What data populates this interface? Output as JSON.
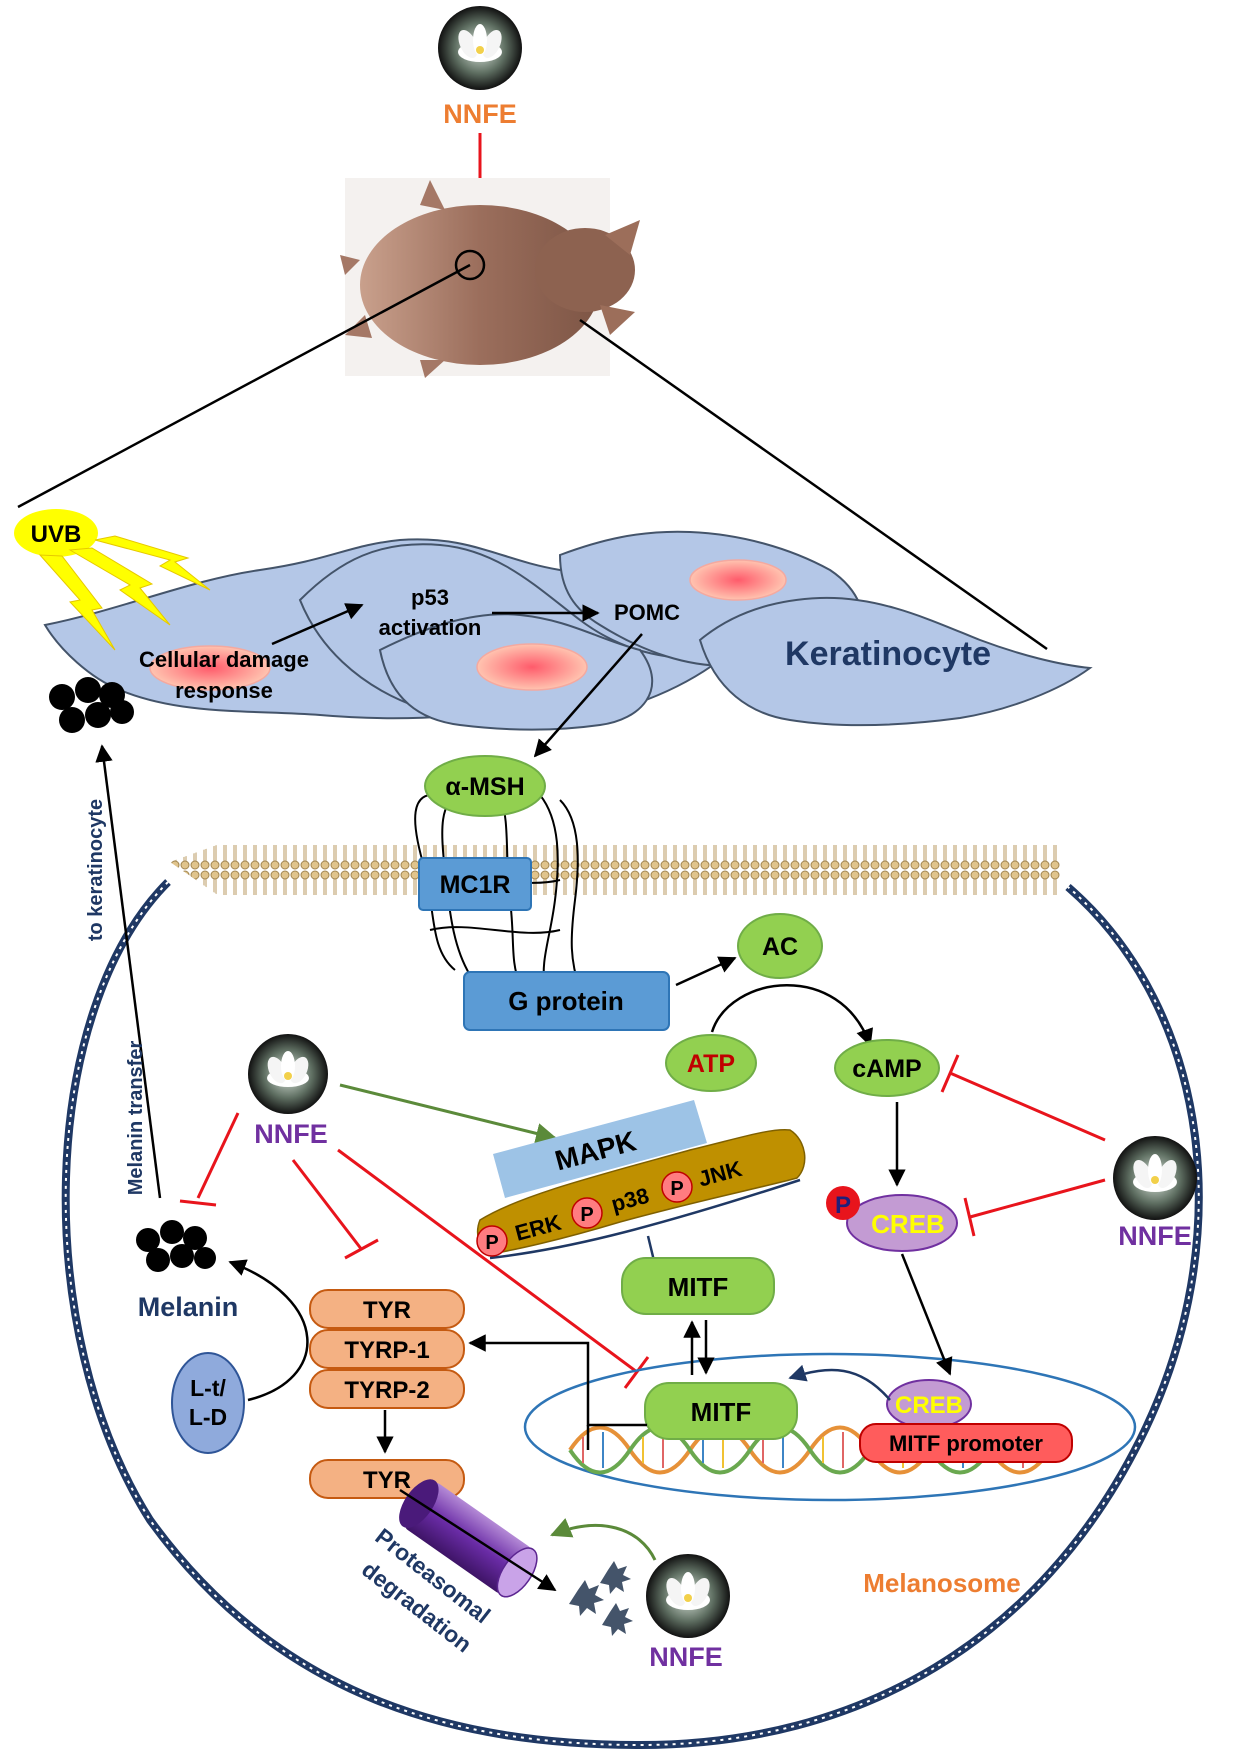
{
  "labels": {
    "nnfe_top": "NNFE",
    "uvb": "UVB",
    "p53_line1": "p53",
    "p53_line2": "activation",
    "pomc": "POMC",
    "damage_line1": "Cellular  damage",
    "damage_line2": "response",
    "keratinocyte": "Keratinocyte",
    "alpha_msh": "α-MSH",
    "mc1r": "MC1R",
    "g_protein": "G protein",
    "ac": "AC",
    "atp": "ATP",
    "camp": "cAMP",
    "nnfe_left": "NNFE",
    "nnfe_right": "NNFE",
    "nnfe_bottom": "NNFE",
    "mapk": "MAPK",
    "p_mark": "P",
    "erk": "ERK",
    "p38": "p38",
    "jnk": "JNK",
    "creb": "CREB",
    "mitf_upper": "MITF",
    "mitf_lower": "MITF",
    "creb_promoter": "CREB",
    "mitf_promoter": "MITF promoter",
    "tyr": "TYR",
    "tyrp1": "TYRP-1",
    "tyrp2": "TYRP-2",
    "tyr_lower": "TYR",
    "lt_line1": "L-t/",
    "lt_line2": "L-D",
    "melanin": "Melanin",
    "melanin_transfer": "Melanin transfer",
    "to_keratinocyte": "to keratinocyte",
    "proteasomal_line1": "Proteasomal",
    "proteasomal_line2": "degradation",
    "melanosome": "Melanosome"
  },
  "colors": {
    "inhibit": "#e8141c",
    "activate": "#000000",
    "nnfe_activate": "#5b8a3a",
    "keratinocyte_fill": "#b4c7e7",
    "green_node": "#92d050",
    "blue_box": "#5b9bd5",
    "orange_enzyme": "#f4b183",
    "nnfe_orange": "#ed7d31",
    "nnfe_purple": "#7030a0",
    "navy_text": "#1f3864",
    "phospho": "#ff7c80",
    "creb_purple": "#c39bd3",
    "promoter_red": "#ff5c5c"
  }
}
